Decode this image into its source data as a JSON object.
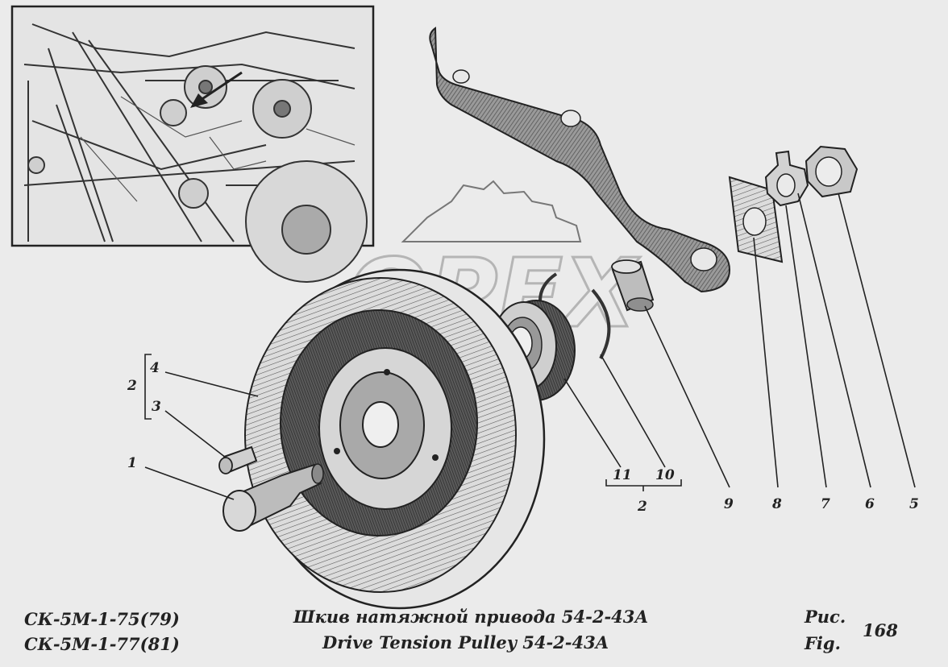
{
  "caption": {
    "model_line_1": "СК-5М-1-75(79)",
    "model_line_2": "СК-5М-1-77(81)",
    "title_ru": "Шкив натяжной привода 54-2-43А",
    "title_en": "Drive Tension Pulley 54-2-43A",
    "fig_ru": "Рис.",
    "fig_en": "Fig.",
    "fig_number": "168"
  },
  "watermark": {
    "text": "OPEX"
  },
  "callouts": {
    "p1": "1",
    "p2_group": "2",
    "p3": "3",
    "p4": "4",
    "p5": "5",
    "p6": "6",
    "p7": "7",
    "p8": "8",
    "p9": "9",
    "p10": "10",
    "p11": "11",
    "p2_bottom": "2"
  },
  "colors": {
    "background": "#ebebeb",
    "ink": "#222222",
    "shade": "#6a6a6a",
    "watermark": "#bdbdbd"
  }
}
